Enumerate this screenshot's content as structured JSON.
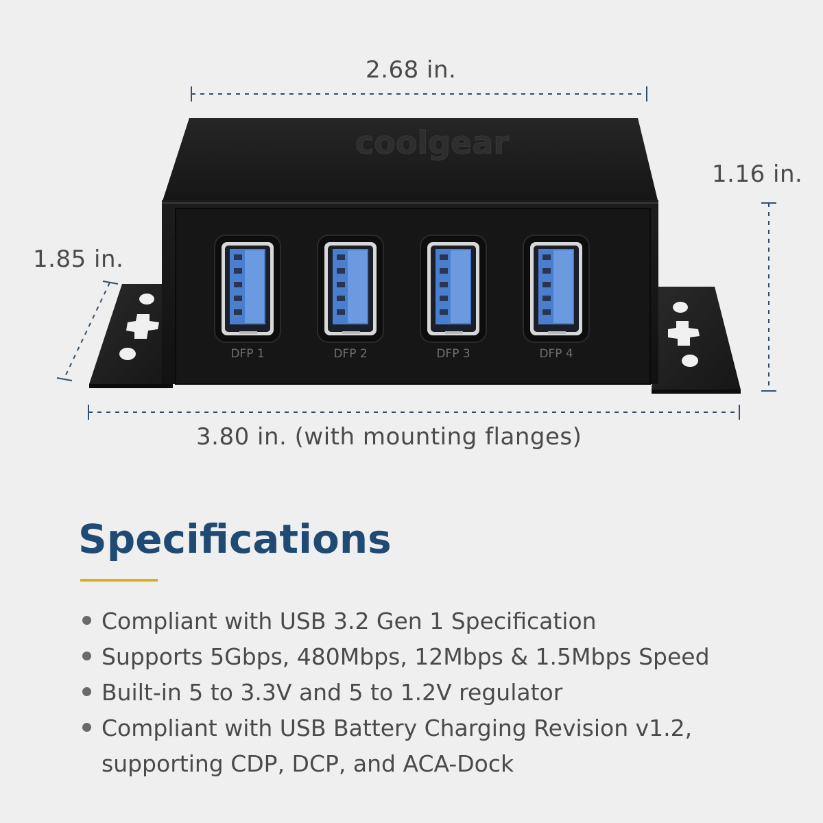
{
  "dimensions": {
    "width_top": "2.68 in.",
    "height_right": "1.16 in.",
    "depth_left": "1.85 in.",
    "width_bottom": "3.80 in. (with mounting flanges)"
  },
  "device": {
    "brand": "coolgear",
    "ports": [
      "DFP 1",
      "DFP 2",
      "DFP 3",
      "DFP 4"
    ],
    "port_color": "#4a7fd0",
    "body_color": "#1c1c1c"
  },
  "specifications": {
    "title": "Specifications",
    "accent_color": "#d4b21f",
    "title_color": "#1f4a73",
    "items": [
      {
        "line1": "Compliant with USB 3.2 Gen 1 Specification",
        "line2": ""
      },
      {
        "line1": "Supports 5Gbps, 480Mbps, 12Mbps & 1.5Mbps Speed",
        "line2": ""
      },
      {
        "line1": "Built-in 5 to 3.3V and 5 to 1.2V regulator",
        "line2": ""
      },
      {
        "line1": "Compliant with USB Battery Charging Revision v1.2,",
        "line2": "supporting CDP, DCP, and ACA-Dock"
      }
    ]
  }
}
